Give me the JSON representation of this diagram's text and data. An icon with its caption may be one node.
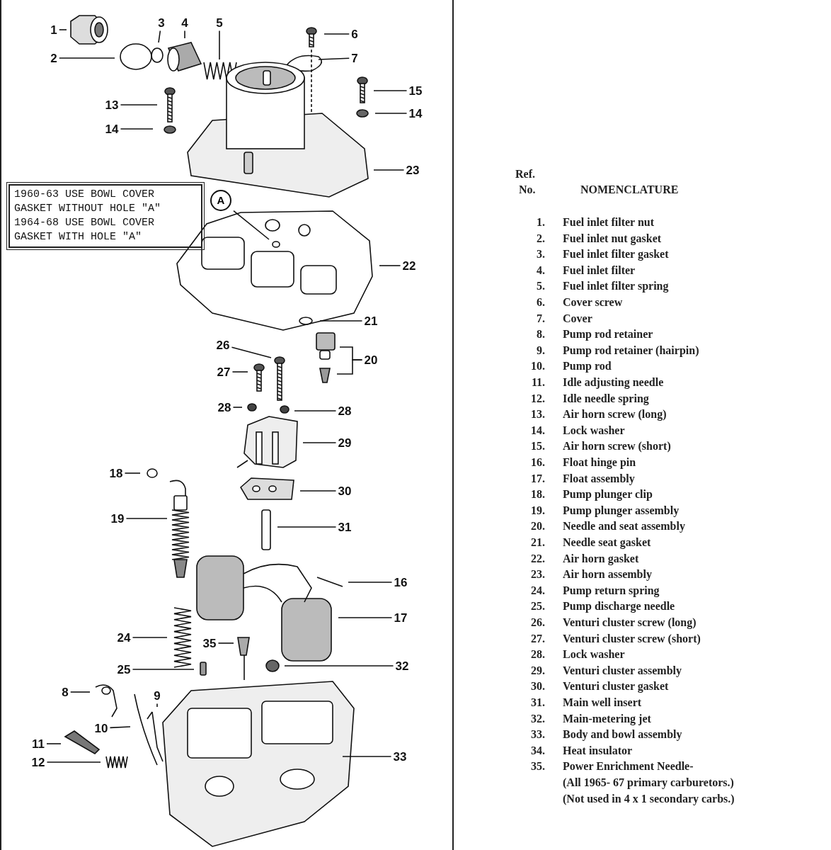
{
  "diagram": {
    "nodes": [
      {
        "text": [
          "3"
        ]
      },
      {
        "text": [
          "4"
        ]
      },
      {
        "text": [
          "5"
        ]
      },
      {
        "text": [
          "1"
        ]
      },
      {
        "text": [
          "6"
        ]
      },
      {
        "text": [
          "2"
        ]
      },
      {
        "text": [
          "7"
        ]
      },
      {
        "text": [
          "15"
        ]
      },
      {
        "text": [
          "13"
        ]
      },
      {
        "text": [
          "14"
        ]
      },
      {
        "text": [
          "14"
        ]
      },
      {
        "text": [
          "23"
        ]
      },
      {
        "text": [
          "1960-63 USE BOWL COVER GASKET WITHOUT HOLE \"A\" 1964-68 USE BOWL COVER GASKET WITH HOLE \"A\""
        ]
      },
      {
        "text": [
          "A"
        ]
      },
      {
        "text": [
          "22"
        ]
      },
      {
        "text": [
          "21"
        ]
      },
      {
        "text": [
          "26"
        ]
      },
      {
        "text": [
          "20"
        ]
      },
      {
        "text": [
          "27"
        ]
      },
      {
        "text": [
          "28"
        ]
      },
      {
        "text": [
          "28"
        ]
      },
      {
        "text": [
          "29"
        ]
      },
      {
        "text": [
          "18"
        ]
      },
      {
        "text": [
          "30"
        ]
      },
      {
        "text": [
          "19"
        ]
      },
      {
        "text": [
          "31"
        ]
      },
      {
        "text": [
          "16"
        ]
      },
      {
        "text": [
          "17"
        ]
      },
      {
        "text": [
          "24"
        ]
      },
      {
        "text": [
          "35"
        ]
      },
      {
        "text": [
          "25"
        ]
      },
      {
        "text": [
          "32"
        ]
      },
      {
        "text": [
          "8"
        ]
      },
      {
        "text": [
          "9"
        ]
      },
      {
        "text": [
          "10"
        ]
      },
      {
        "text": [
          "11"
        ]
      },
      {
        "text": [
          "12"
        ]
      },
      {
        "text": [
          "33"
        ]
      }
    ],
    "edges": [
      {
        "from": 0,
        "to": null,
        "arrow": "none"
      },
      {
        "from": 1,
        "to": null,
        "arrow": "none"
      },
      {
        "from": 2,
        "to": null,
        "arrow": "none"
      },
      {
        "from": 3,
        "to": null,
        "arrow": "none"
      },
      {
        "from": 4,
        "to": null,
        "arrow": "none"
      },
      {
        "from": 5,
        "to": null,
        "arrow": "none"
      },
      {
        "from": 6,
        "to": null,
        "arrow": "none"
      },
      {
        "from": 7,
        "to": null,
        "arrow": "none"
      },
      {
        "from": 8,
        "to": null,
        "arrow": "none"
      },
      {
        "from": 9,
        "to": null,
        "arrow": "none"
      },
      {
        "from": 10,
        "to": null,
        "arrow": "none"
      },
      {
        "from": 11,
        "to": null,
        "arrow": "none"
      },
      {
        "from": 13,
        "to": null,
        "arrow": "none"
      },
      {
        "from": 14,
        "to": null,
        "arrow": "none"
      },
      {
        "from": 15,
        "to": null,
        "arrow": "none"
      },
      {
        "from": 16,
        "to": null,
        "arrow": "none"
      },
      {
        "from": 17,
        "to": null,
        "arrow": "none"
      },
      {
        "from": 17,
        "to": null,
        "arrow": "none"
      },
      {
        "from": 18,
        "to": null,
        "arrow": "none"
      },
      {
        "from": 19,
        "to": null,
        "arrow": "none"
      },
      {
        "from": 20,
        "to": null,
        "arrow": "none"
      },
      {
        "from": 21,
        "to": null,
        "arrow": "none"
      },
      {
        "from": 22,
        "to": null,
        "arrow": "none"
      },
      {
        "from": 23,
        "to": null,
        "arrow": "none"
      },
      {
        "from": 24,
        "to": null,
        "arrow": "none"
      },
      {
        "from": 25,
        "to": null,
        "arrow": "none"
      },
      {
        "from": 26,
        "to": null,
        "arrow": "none"
      },
      {
        "from": 27,
        "to": null,
        "arrow": "none"
      },
      {
        "from": 28,
        "to": null,
        "arrow": "none"
      },
      {
        "from": 29,
        "to": null,
        "arrow": "none"
      },
      {
        "from": 30,
        "to": null,
        "arrow": "none"
      },
      {
        "from": 31,
        "to": null,
        "arrow": "none"
      },
      {
        "from": 32,
        "to": null,
        "arrow": "none"
      },
      {
        "from": 33,
        "to": null,
        "arrow": "none"
      },
      {
        "from": 34,
        "to": null,
        "arrow": "none"
      },
      {
        "from": 35,
        "to": null,
        "arrow": "none"
      },
      {
        "from": 36,
        "to": null,
        "arrow": "none"
      },
      {
        "from": 37,
        "to": null,
        "arrow": "none"
      }
    ],
    "labels": [
      "Ref.",
      "No.",
      "NOMENCLATURE",
      "1.",
      "Fuel inlet filter nut",
      "2.",
      "Fuel inlet nut gasket",
      "3.",
      "Fuel inlet filter gasket",
      "4.",
      "Fuel inlet filter",
      "5.",
      "Fuel inlet filter spring",
      "6.",
      "Cover screw",
      "7.",
      "Cover",
      "8.",
      "Pump rod retainer",
      "9.",
      "Pump rod retainer (hairpin)",
      "10.",
      "Pump rod",
      "11.",
      "Idle adjusting needle",
      "12.",
      "Idle needle spring",
      "13.",
      "Air horn screw (long)",
      "14.",
      "Lock washer",
      "15.",
      "Air horn screw (short)",
      "16.",
      "Float hinge pin",
      "17.",
      "Float assembly",
      "18.",
      "Pump plunger clip",
      "19.",
      "Pump plunger assembly",
      "20.",
      "Needle and seat assembly",
      "21.",
      "Needle seat gasket",
      "22.",
      "Air horn gasket",
      "23.",
      "Air horn assembly",
      "24.",
      "Pump return spring",
      "25.",
      "Pump discharge needle",
      "26.",
      "Venturi cluster screw (long)",
      "27.",
      "Venturi cluster screw (short)",
      "28.",
      "Lock washer",
      "29.",
      "Venturi cluster assembly",
      "30.",
      "Venturi cluster gasket",
      "31.",
      "Main well insert",
      "32.",
      "Main-metering jet",
      "33.",
      "Body and bowl assembly",
      "34.",
      "Heat insulator",
      "35.",
      "Power Enrichment Needle-",
      "(All 1965- 67 primary carburetors.)",
      "(Not used in 4 x 1 secondary carbs.)"
    ]
  }
}
